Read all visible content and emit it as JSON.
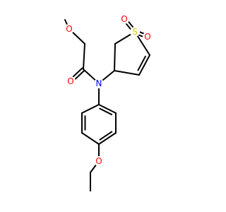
{
  "colors": {
    "O": "#ff0000",
    "N": "#0000ff",
    "S": "#cccc00",
    "bond": "#000000",
    "background": "#ffffff"
  },
  "molecule": {
    "atoms": [
      {
        "id": "O_methoxy",
        "element": "O",
        "label": "O"
      },
      {
        "id": "O_carbonyl",
        "element": "O",
        "label": "O"
      },
      {
        "id": "N_amide",
        "element": "N",
        "label": "N"
      },
      {
        "id": "S_sulfone",
        "element": "S",
        "label": "S"
      },
      {
        "id": "O_sulfone_1",
        "element": "O",
        "label": "O"
      },
      {
        "id": "O_sulfone_2",
        "element": "O",
        "label": "O"
      },
      {
        "id": "O_ethoxy",
        "element": "O",
        "label": "O"
      }
    ]
  }
}
